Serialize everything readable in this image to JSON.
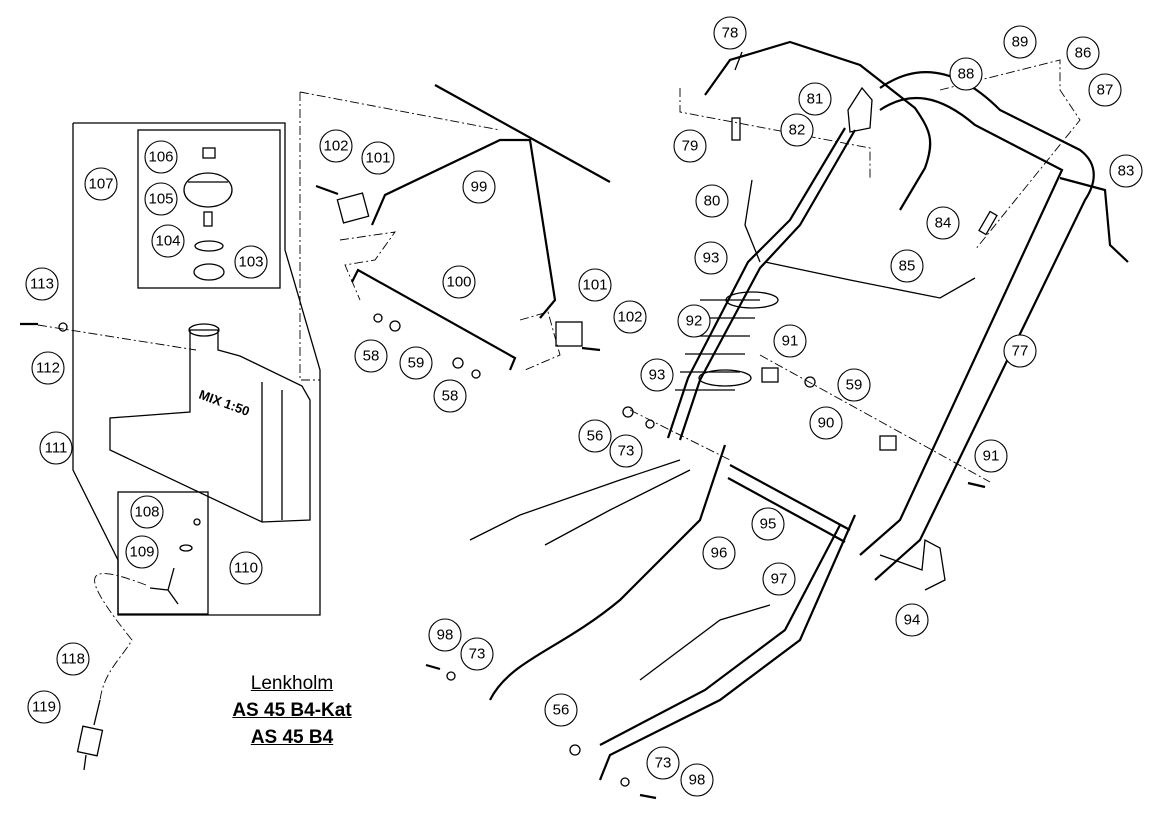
{
  "caption": {
    "line1": "Lenkholm",
    "line2": "AS 45 B4-Kat",
    "line3": "AS 45 B4"
  },
  "tank_label": "MIX 1:50",
  "callouts": [
    {
      "id": "c78",
      "label": "78"
    },
    {
      "id": "c89",
      "label": "89"
    },
    {
      "id": "c86",
      "label": "86"
    },
    {
      "id": "c88",
      "label": "88"
    },
    {
      "id": "c87",
      "label": "87"
    },
    {
      "id": "c81",
      "label": "81"
    },
    {
      "id": "c82",
      "label": "82"
    },
    {
      "id": "c79",
      "label": "79"
    },
    {
      "id": "c83",
      "label": "83"
    },
    {
      "id": "c80",
      "label": "80"
    },
    {
      "id": "c84",
      "label": "84"
    },
    {
      "id": "c85",
      "label": "85"
    },
    {
      "id": "c93a",
      "label": "93"
    },
    {
      "id": "c92",
      "label": "92"
    },
    {
      "id": "c93b",
      "label": "93"
    },
    {
      "id": "c91a",
      "label": "91"
    },
    {
      "id": "c77",
      "label": "77"
    },
    {
      "id": "c59a",
      "label": "59"
    },
    {
      "id": "c90",
      "label": "90"
    },
    {
      "id": "c56a",
      "label": "56"
    },
    {
      "id": "c73a",
      "label": "73"
    },
    {
      "id": "c91b",
      "label": "91"
    },
    {
      "id": "c95",
      "label": "95"
    },
    {
      "id": "c96",
      "label": "96"
    },
    {
      "id": "c97",
      "label": "97"
    },
    {
      "id": "c94",
      "label": "94"
    },
    {
      "id": "c98a",
      "label": "98"
    },
    {
      "id": "c73b",
      "label": "73"
    },
    {
      "id": "c56b",
      "label": "56"
    },
    {
      "id": "c73c",
      "label": "73"
    },
    {
      "id": "c98b",
      "label": "98"
    },
    {
      "id": "c102a",
      "label": "102"
    },
    {
      "id": "c101a",
      "label": "101"
    },
    {
      "id": "c99",
      "label": "99"
    },
    {
      "id": "c100",
      "label": "100"
    },
    {
      "id": "c101b",
      "label": "101"
    },
    {
      "id": "c102b",
      "label": "102"
    },
    {
      "id": "c58a",
      "label": "58"
    },
    {
      "id": "c59b",
      "label": "59"
    },
    {
      "id": "c58b",
      "label": "58"
    },
    {
      "id": "c106",
      "label": "106"
    },
    {
      "id": "c107",
      "label": "107"
    },
    {
      "id": "c105",
      "label": "105"
    },
    {
      "id": "c104",
      "label": "104"
    },
    {
      "id": "c103",
      "label": "103"
    },
    {
      "id": "c113",
      "label": "113"
    },
    {
      "id": "c112",
      "label": "112"
    },
    {
      "id": "c111",
      "label": "111"
    },
    {
      "id": "c108",
      "label": "108"
    },
    {
      "id": "c109",
      "label": "109"
    },
    {
      "id": "c110",
      "label": "110"
    },
    {
      "id": "c118",
      "label": "118"
    },
    {
      "id": "c119",
      "label": "119"
    }
  ]
}
